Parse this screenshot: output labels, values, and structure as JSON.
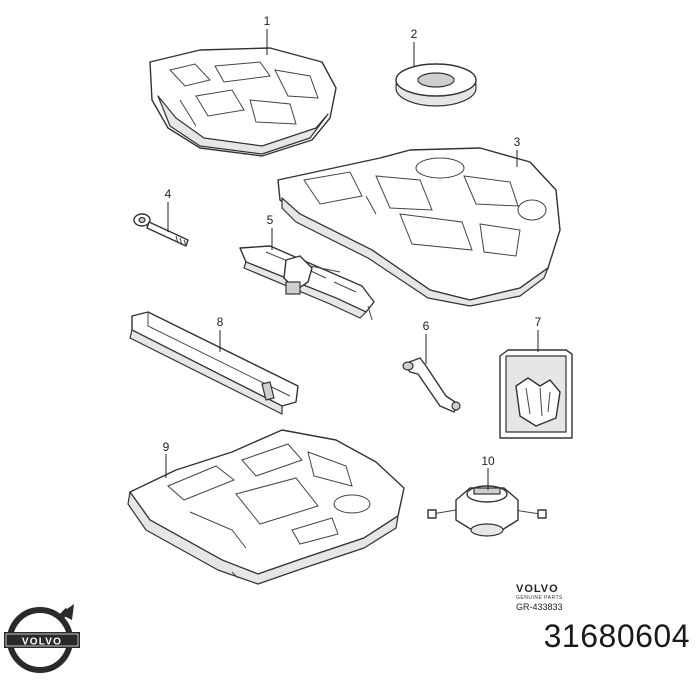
{
  "callouts": [
    "1",
    "2",
    "3",
    "4",
    "5",
    "6",
    "7",
    "8",
    "9",
    "10"
  ],
  "brand": {
    "wordmark": "VOLVO",
    "subline": "GENUINE PARTS",
    "reference": "GR-433833"
  },
  "logo": {
    "text": "VOLVO",
    "color": "#2a2a2a"
  },
  "part_number": "31680604"
}
